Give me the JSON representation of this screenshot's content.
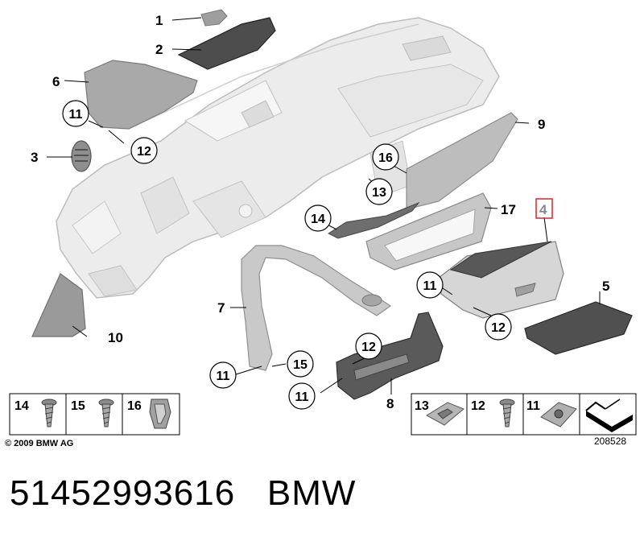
{
  "callouts": {
    "c1": "1",
    "c2": "2",
    "c3": "3",
    "c4": "4",
    "c5": "5",
    "c6": "6",
    "c7": "7",
    "c8": "8",
    "c9": "9",
    "c10": "10",
    "c11": "11",
    "c12": "12",
    "c13": "13",
    "c14": "14",
    "c15": "15",
    "c16": "16",
    "c17": "17"
  },
  "legend_left": [
    "14",
    "15",
    "16"
  ],
  "legend_right": [
    "13",
    "12",
    "11"
  ],
  "copyright": "© 2009 BMW AG",
  "diagram_id": "208528",
  "footer": {
    "part_number": "51452993616",
    "brand": "BMW"
  },
  "colors": {
    "dashboard": "#e9e9e9",
    "dashboard_outline": "#b9b9b9",
    "part_gray": "#a6a6a6",
    "part_dark": "#4a4a4a",
    "highlight_box": "#d9252a"
  }
}
